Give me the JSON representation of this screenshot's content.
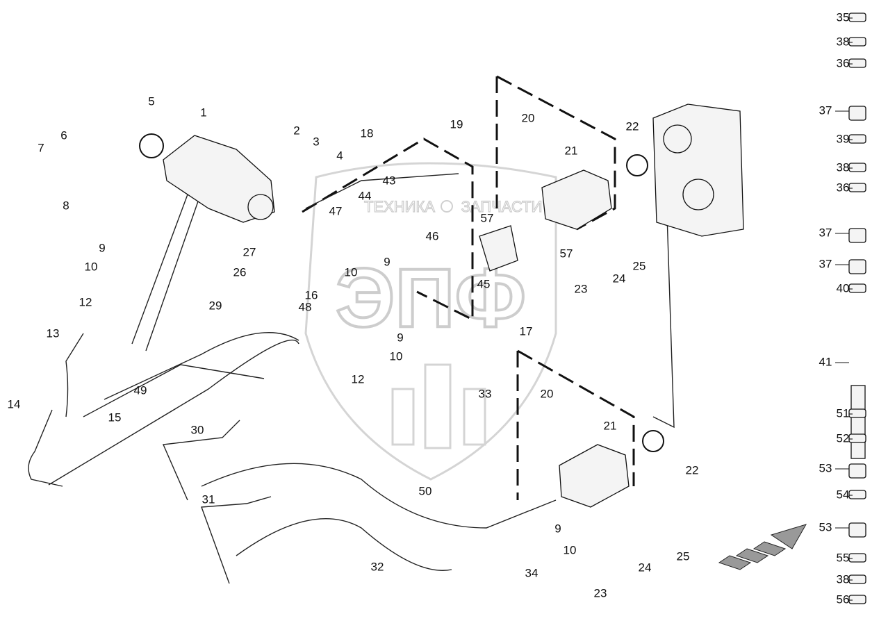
{
  "watermark": {
    "left_text": "ТЕХНИКА",
    "right_text": "ЗАПЧАСТИ",
    "logo_text": "ЭПФ",
    "icon": "gear-icon"
  },
  "callouts": [
    "1",
    "2",
    "3",
    "4",
    "5",
    "6",
    "7",
    "8",
    "9",
    "10",
    "12",
    "13",
    "14",
    "15",
    "49",
    "26",
    "27",
    "29",
    "18",
    "19",
    "20",
    "21",
    "22",
    "43",
    "44",
    "47",
    "46",
    "57",
    "57",
    "9",
    "10",
    "16",
    "45",
    "23",
    "24",
    "25",
    "17",
    "48",
    "9",
    "10",
    "12",
    "33",
    "20",
    "21",
    "22",
    "30",
    "31",
    "50",
    "32",
    "9",
    "10",
    "34",
    "23",
    "24",
    "25"
  ],
  "fastener_column": [
    "35",
    "38",
    "36",
    "37",
    "39",
    "38",
    "36",
    "37",
    "37",
    "40",
    "41",
    "51",
    "52",
    "53",
    "54",
    "53",
    "55",
    "38",
    "56"
  ],
  "direction_indicator": "arrow-icon"
}
